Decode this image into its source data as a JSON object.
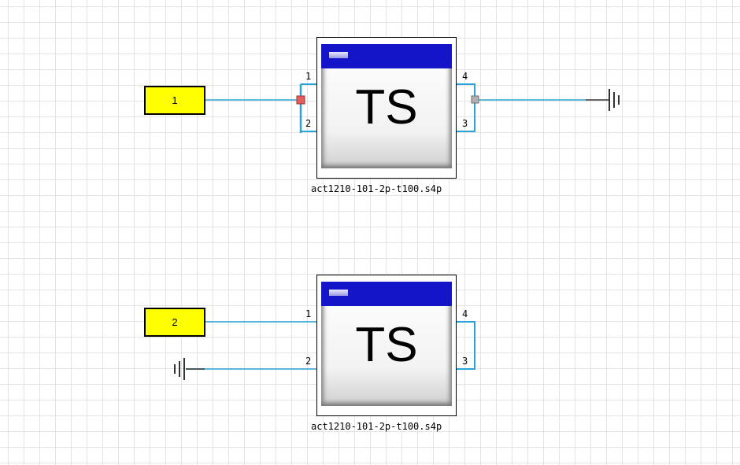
{
  "ports": [
    {
      "label": "1",
      "color": "#ffff00"
    },
    {
      "label": "2",
      "color": "#ffff00"
    }
  ],
  "blocks": [
    {
      "title": "TS",
      "file": "act1210-101-2p-t100.s4p",
      "pins": [
        "1",
        "2",
        "4",
        "3"
      ]
    },
    {
      "title": "TS",
      "file": "act1210-101-2p-t100.s4p",
      "pins": [
        "1",
        "2",
        "4",
        "3"
      ]
    }
  ],
  "colors": {
    "wire": "#2aa3d8",
    "titlebar": "#1414c8",
    "ground": "#333333",
    "marker_red": "#e06060",
    "marker_gray": "#b0b0b0"
  },
  "icons": [
    "ground-icon",
    "port-marker-icon",
    "window-titlebar-icon"
  ]
}
